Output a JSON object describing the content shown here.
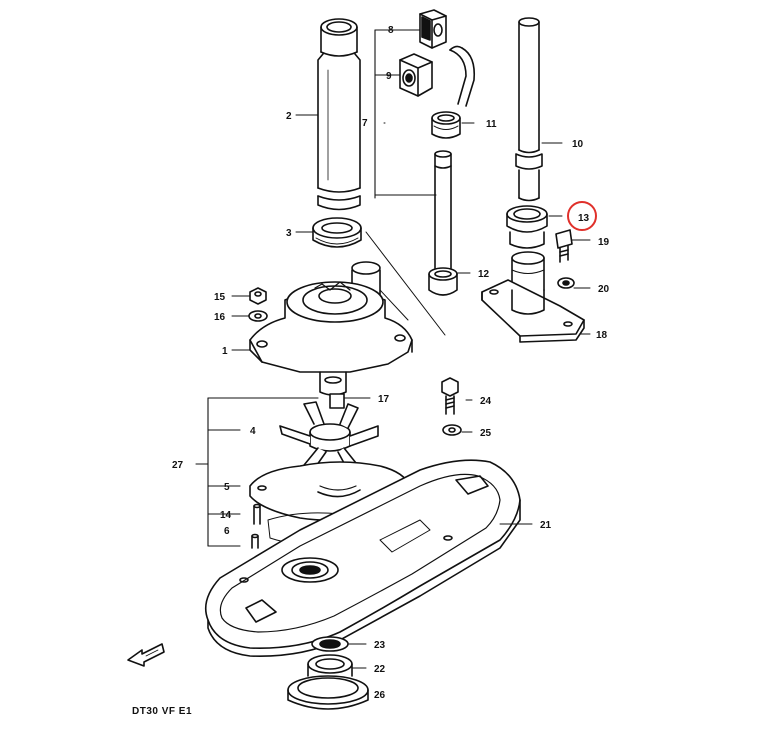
{
  "diagram": {
    "footer_code": "DT30  VF  E1",
    "highlight_color": "#e0302a",
    "highlighted_part": "13",
    "callouts": [
      {
        "id": "1",
        "label": "1"
      },
      {
        "id": "2",
        "label": "2"
      },
      {
        "id": "3",
        "label": "3"
      },
      {
        "id": "4",
        "label": "4"
      },
      {
        "id": "5",
        "label": "5"
      },
      {
        "id": "6",
        "label": "6"
      },
      {
        "id": "7",
        "label": "7"
      },
      {
        "id": "8",
        "label": "8"
      },
      {
        "id": "9",
        "label": "9"
      },
      {
        "id": "10",
        "label": "10"
      },
      {
        "id": "11",
        "label": "11"
      },
      {
        "id": "12",
        "label": "12"
      },
      {
        "id": "13",
        "label": "13"
      },
      {
        "id": "14",
        "label": "14"
      },
      {
        "id": "15",
        "label": "15"
      },
      {
        "id": "16",
        "label": "16"
      },
      {
        "id": "17",
        "label": "17"
      },
      {
        "id": "18",
        "label": "18"
      },
      {
        "id": "19",
        "label": "19"
      },
      {
        "id": "20",
        "label": "20"
      },
      {
        "id": "21",
        "label": "21"
      },
      {
        "id": "22",
        "label": "22"
      },
      {
        "id": "23",
        "label": "23"
      },
      {
        "id": "24",
        "label": "24"
      },
      {
        "id": "25",
        "label": "25"
      },
      {
        "id": "26",
        "label": "26"
      },
      {
        "id": "27",
        "label": "27"
      }
    ]
  }
}
